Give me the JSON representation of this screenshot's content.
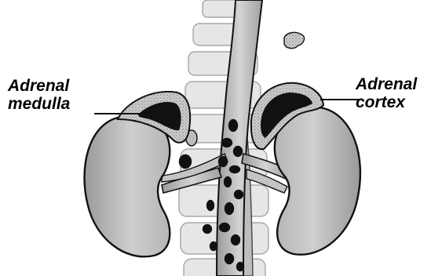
{
  "labels": {
    "medulla": {
      "line1": "Adrenal",
      "line2": "medulla"
    },
    "cortex": {
      "line1": "Adrenal",
      "line2": "cortex"
    }
  },
  "colors": {
    "background": "#ffffff",
    "outline": "#111111",
    "tissue": "#c8c8c8",
    "tissue_dark": "#8e8e8e",
    "spine": "#e4e4e4",
    "medulla_core": "#111111"
  }
}
